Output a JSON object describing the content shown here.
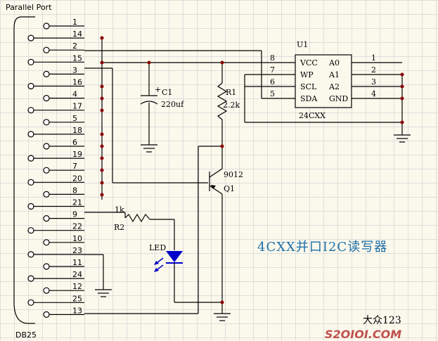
{
  "colors": {
    "background": "#fbf8ec",
    "grid": "#c4c4cc",
    "wire": "#000000",
    "junction": "#8b0000",
    "title": "#1c6fa8",
    "led": "#0000c8",
    "watermark": "#c0504d"
  },
  "connector": {
    "label": "Parallel Port",
    "name": "DB25",
    "pins": [
      "1",
      "14",
      "2",
      "15",
      "3",
      "16",
      "4",
      "17",
      "5",
      "18",
      "6",
      "19",
      "7",
      "20",
      "8",
      "21",
      "9",
      "22",
      "10",
      "23",
      "11",
      "24",
      "12",
      "25",
      "13"
    ]
  },
  "ic": {
    "designator": "U1",
    "part": "24CXX",
    "left_pins": [
      {
        "num": "8",
        "name": "VCC"
      },
      {
        "num": "7",
        "name": "WP"
      },
      {
        "num": "6",
        "name": "SCL"
      },
      {
        "num": "5",
        "name": "SDA"
      }
    ],
    "right_pins": [
      {
        "num": "1",
        "name": "A0"
      },
      {
        "num": "2",
        "name": "A1"
      },
      {
        "num": "3",
        "name": "A2"
      },
      {
        "num": "4",
        "name": "GND"
      }
    ]
  },
  "capacitor": {
    "designator": "C1",
    "value": "220uf",
    "polarity": "+"
  },
  "resistor_r1": {
    "designator": "R1",
    "value": "2.2k"
  },
  "resistor_r2": {
    "designator": "R2",
    "value": "1k"
  },
  "transistor": {
    "designator": "Q1",
    "part": "9012"
  },
  "led": {
    "label": "LED"
  },
  "title": "4CXX并口I2C读写器",
  "author": "大众123",
  "watermark": "S2OIOI.COM"
}
